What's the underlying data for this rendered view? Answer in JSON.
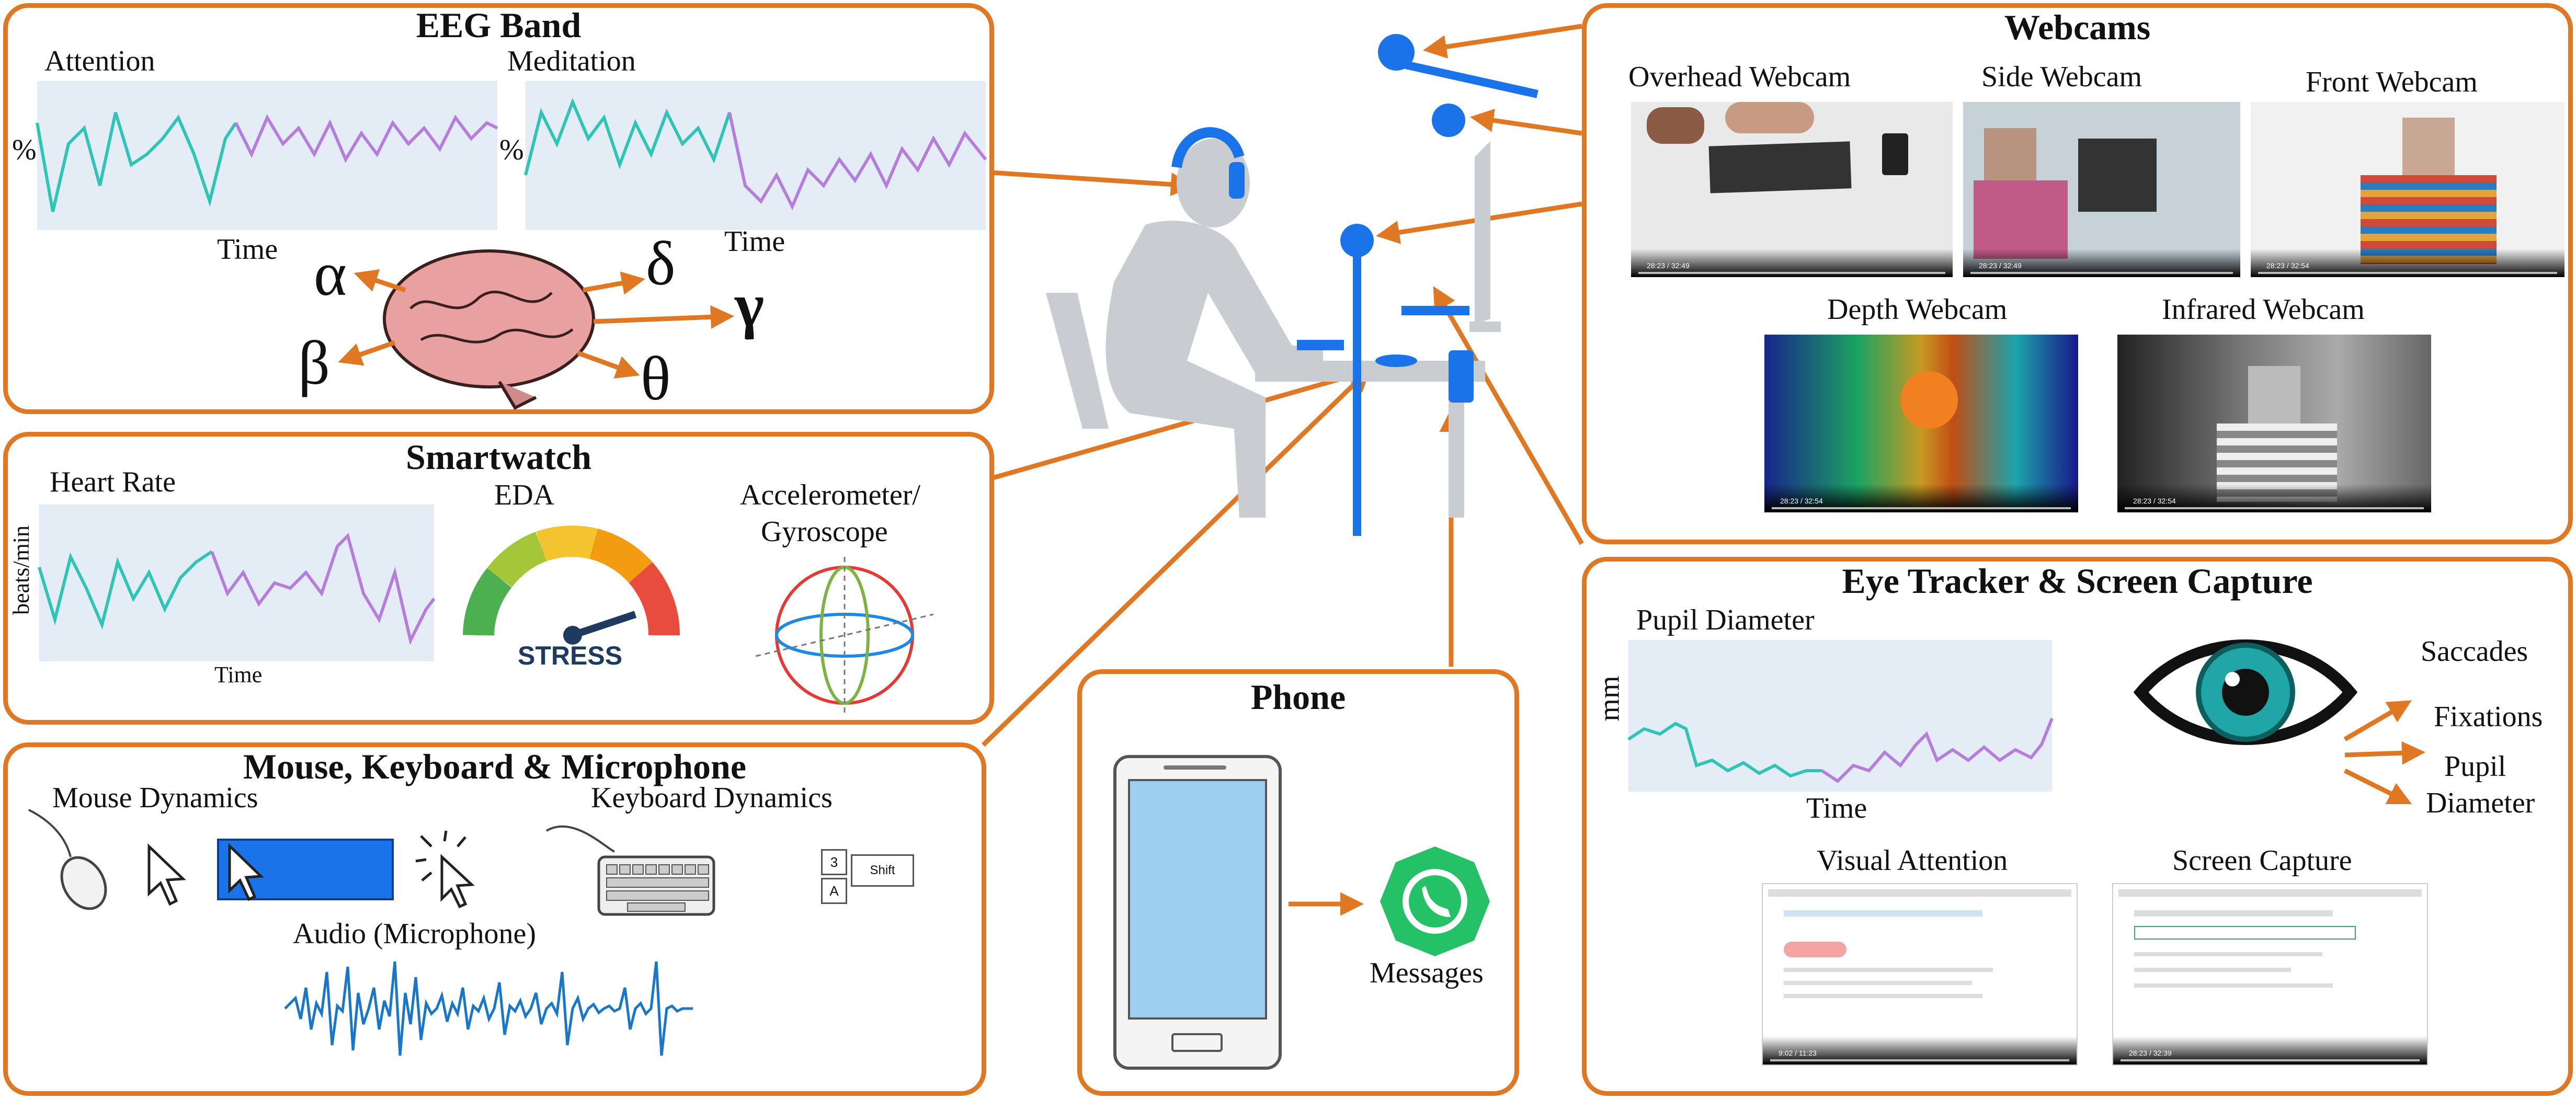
{
  "eeg": {
    "title": "EEG Band",
    "attention_label": "Attention",
    "meditation_label": "Meditation",
    "y_unit": "%",
    "x_label": "Time",
    "bands": {
      "alpha": "α",
      "beta": "β",
      "delta": "δ",
      "gamma": "γ",
      "theta": "θ"
    }
  },
  "smartwatch": {
    "title": "Smartwatch",
    "heart_rate_label": "Heart Rate",
    "y_unit": "beats/min",
    "x_label": "Time",
    "eda_label": "EDA",
    "gauge_text": "STRESS",
    "imu_label_line1": "Accelerometer/",
    "imu_label_line2": "Gyroscope"
  },
  "input_devices": {
    "title": "Mouse, Keyboard & Microphone",
    "mouse_label": "Mouse Dynamics",
    "keyboard_label": "Keyboard Dynamics",
    "audio_label": "Audio (Microphone)",
    "key_3": "3",
    "key_a": "A",
    "key_shift": "Shift"
  },
  "phone": {
    "title": "Phone",
    "messages_label": "Messages"
  },
  "webcams": {
    "title": "Webcams",
    "items": [
      {
        "label": "Overhead Webcam",
        "time": "28:23 / 32:49"
      },
      {
        "label": "Side Webcam",
        "time": "28:23 / 32:49"
      },
      {
        "label": "Front Webcam",
        "time": "28:23 / 32:54"
      },
      {
        "label": "Depth Webcam",
        "time": "28:23 / 32:54"
      },
      {
        "label": "Infrared Webcam",
        "time": "28:23 / 32:54"
      }
    ]
  },
  "eye_tracker": {
    "title": "Eye Tracker & Screen Capture",
    "pupil_label": "Pupil Diameter",
    "y_unit": "mm",
    "x_label": "Time",
    "outputs": [
      "Saccades",
      "Fixations",
      "Pupil",
      "Diameter"
    ],
    "visual_attention_label": "Visual Attention",
    "screen_capture_label": "Screen Capture",
    "visual_attention_time": "9:02 / 11:23",
    "screen_capture_time": "28:23 / 32:39"
  },
  "colors": {
    "accent": "#e07722",
    "device_blue": "#1a73e8",
    "signal_a": "#2ec4b6",
    "signal_b": "#b57edc",
    "plot_bg": "#e4ecf6"
  }
}
